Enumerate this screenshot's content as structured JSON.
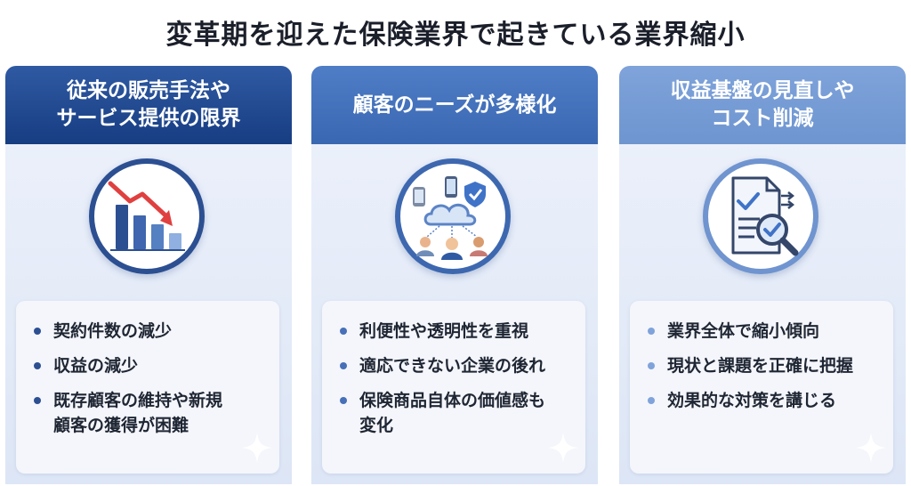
{
  "title": "変革期を迎えた保険業界で起きている業界縮小",
  "panels": [
    {
      "header_line1": "従来の販売手法や",
      "header_line2": "サービス提供の限界",
      "icon": "declining-bar-chart-icon",
      "items": [
        "契約件数の減少",
        "収益の減少",
        "既存顧客の維持や新規",
        "顧客の獲得が困難"
      ]
    },
    {
      "header_line1": "顧客のニーズが多様化",
      "header_line2": "",
      "icon": "cloud-network-users-icon",
      "items": [
        "利便性や透明性を重視",
        "適応できない企業の後れ",
        "保険商品自体の価値感も",
        "変化"
      ]
    },
    {
      "header_line1": "収益基盤の見直しや",
      "header_line2": "コスト削減",
      "icon": "document-review-magnifier-icon",
      "items": [
        "業界全体で縮小傾向",
        "現状と課題を正確に把握",
        "効果的な対策を講じる"
      ]
    }
  ],
  "colors": {
    "panel1_header": "#173d82",
    "panel2_header": "#3a67b1",
    "panel3_header": "#6e95d0",
    "panel_bg": "#e6ecf8",
    "declining_arrow": "#e04040"
  }
}
